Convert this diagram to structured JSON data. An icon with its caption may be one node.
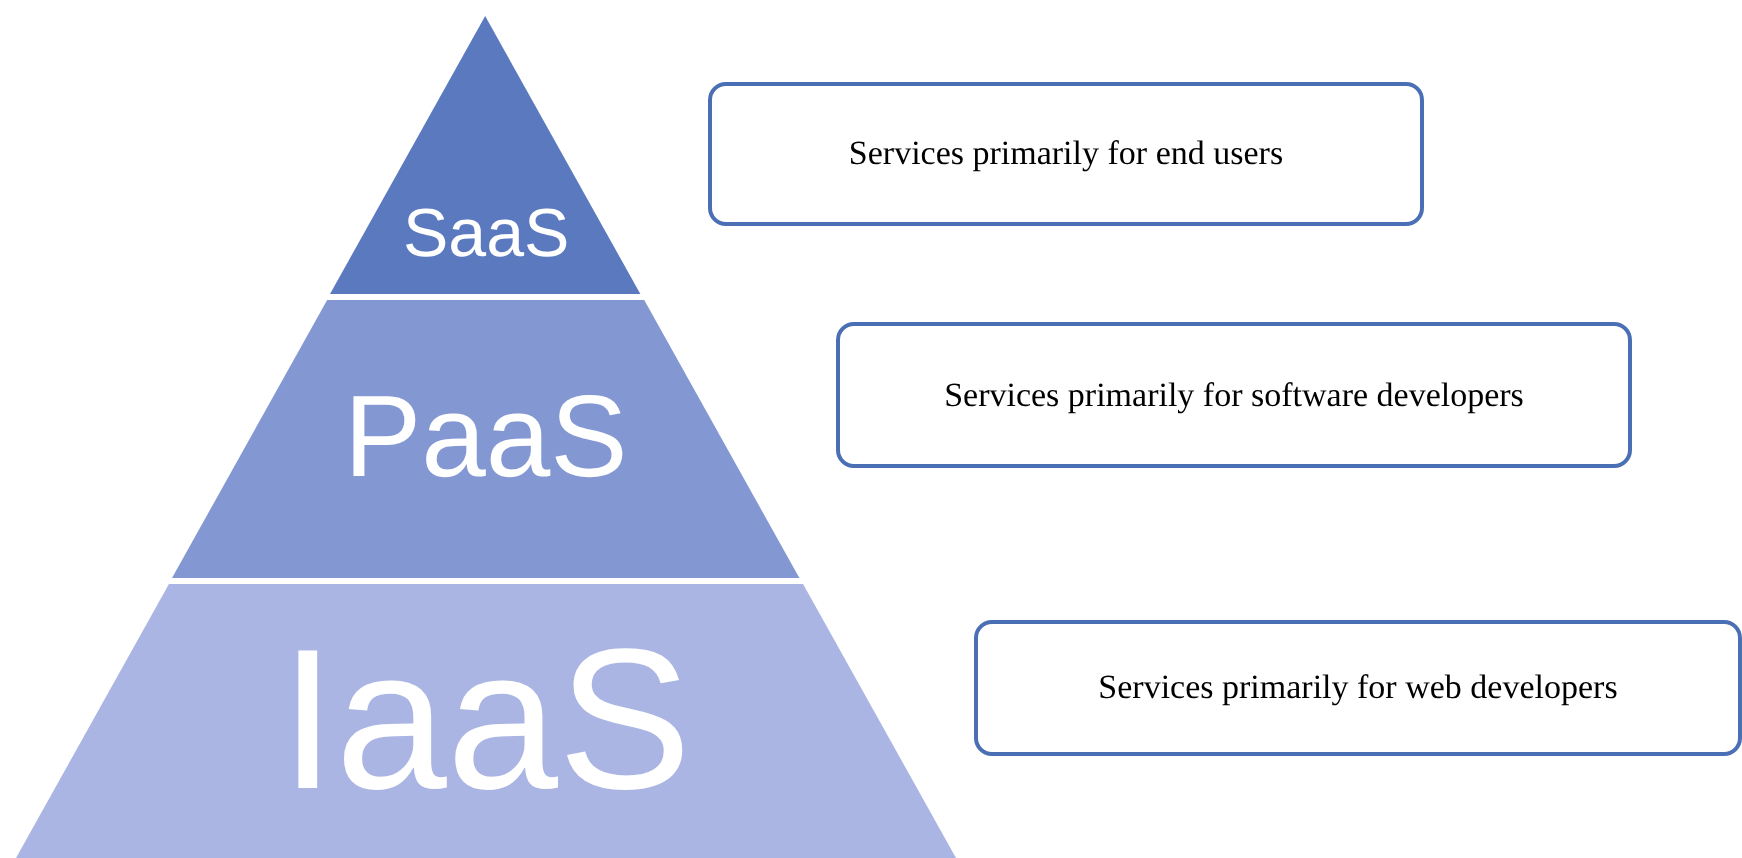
{
  "diagram": {
    "nodes": [
      {
        "text": [
          "SaaS"
        ]
      },
      {
        "text": [
          "PaaS"
        ]
      },
      {
        "text": [
          "IaaS"
        ]
      },
      {
        "text": [
          "Services primarily for end users"
        ]
      },
      {
        "text": [
          "Services primarily for software developers"
        ]
      },
      {
        "text": [
          "Services primarily for web developers"
        ]
      }
    ]
  }
}
